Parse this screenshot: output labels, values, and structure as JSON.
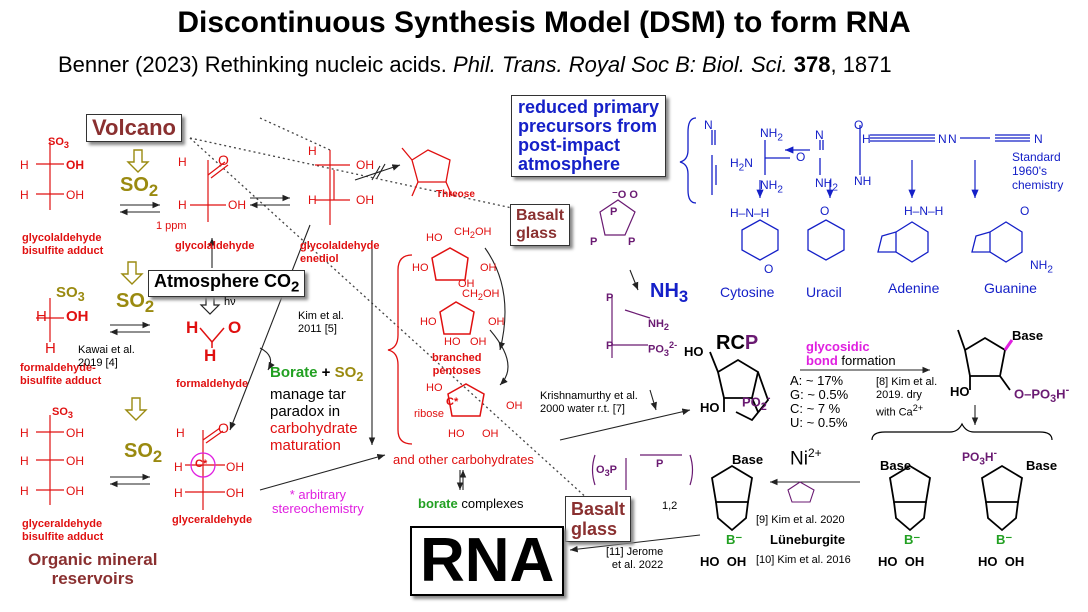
{
  "title": "Discontinuous Synthesis Model (DSM) to form RNA",
  "reference": {
    "authors": "Benner (2023) Rethinking nucleic acids.",
    "journal": "Phil. Trans. Royal Soc B: Biol. Sci.",
    "volume": "378",
    "page": ", 1871"
  },
  "boxes": {
    "volcano": "Volcano",
    "atmosphere": "Atmosphere CO",
    "atmosphere_sub": "2",
    "basalt_glass_1": [
      "Basalt",
      "glass"
    ],
    "basalt_glass_2": [
      "Basalt",
      "glass"
    ],
    "reduced_precursors": [
      "reduced primary",
      "precursors from",
      "post-impact",
      "atmosphere"
    ],
    "rna": "RNA"
  },
  "so2": "SO",
  "so2_sub": "2",
  "left_compounds": {
    "glycolaldehyde_bisulfite": [
      "glycolaldehyde",
      "bisulfite adduct"
    ],
    "glycolaldehyde": "glycolaldehyde",
    "glycolaldehyde_enediol": [
      "glycolaldehyde",
      "enediol"
    ],
    "formaldehyde_bisulfite": [
      "formaldehyde-",
      "bisulfite adduct"
    ],
    "formaldehyde": "formaldehyde",
    "glyceraldehyde_bisulfite": [
      "glyceraldehyde",
      "bisulfite adduct"
    ],
    "glyceraldehyde": "glyceraldehyde",
    "organic_reservoirs": [
      "Organic mineral",
      "reservoirs"
    ],
    "one_ppm": "1 ppm",
    "hv": "hν",
    "threose": "Threose"
  },
  "citations": {
    "kawai": [
      "Kawai et al.",
      "2019 [4]"
    ],
    "kim2011": [
      "Kim et al.",
      "2011 [5]"
    ],
    "krishnamurthy": [
      "Krishnamurthy et al.",
      "2000 water r.t. [7]"
    ],
    "kim2019": [
      "[8] Kim et al.",
      "2019. dry",
      "with Ca"
    ],
    "kim2020": "[9] Kim et al. 2020",
    "kim2016": "[10] Kim et al. 2016",
    "jerome": [
      "[11] Jerome",
      "et al. 2022"
    ]
  },
  "borate_note": {
    "borate": "Borate",
    "plus": " + ",
    "so2": "SO",
    "rest": [
      "manage tar",
      "paradox in"
    ],
    "red_lines": [
      "carbohydrate",
      "maturation"
    ]
  },
  "stereo_note": [
    "* arbitrary",
    "stereochemistry"
  ],
  "branched_pentoses": [
    "branched",
    "pentoses"
  ],
  "ribose": "ribose",
  "other_carbs": "and other carbohydrates",
  "borate_complexes": {
    "borate": "borate",
    "rest": " complexes"
  },
  "nh3": "NH",
  "nh3_sub": "3",
  "nucleobases": [
    "Cytosine",
    "Uracil",
    "Adenine",
    "Guanine"
  ],
  "standard_chem": [
    "Standard",
    "1960's",
    "chemistry"
  ],
  "rcp": {
    "rc": "RC",
    "p": "P"
  },
  "glycosidic": {
    "mag": [
      "glycosidic",
      "bond"
    ],
    "rest": " formation"
  },
  "yields": [
    "A: ~ 17%",
    "G: ~ 0.5%",
    "C: ~ 7 %",
    "U: ~ 0.5%"
  ],
  "ni": "Ni",
  "ni_sup": "2+",
  "luneburgite": "Lüneburgite",
  "base": "Base",
  "po3h": "PO",
  "one_two": "1,2",
  "ho": "HO",
  "oh": "OH",
  "colors": {
    "red": "#e01010",
    "blue": "#1520c8",
    "brown": "#8a3030",
    "purple": "#6a1a72",
    "olive": "#9a8a10",
    "green": "#22a022",
    "magenta": "#e020e0"
  }
}
